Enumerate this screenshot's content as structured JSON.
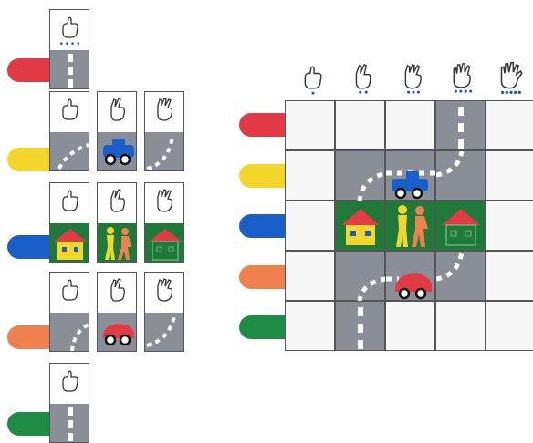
{
  "stick_colors": {
    "red": "#e23b46",
    "yellow": "#f2d72a",
    "blue": "#1a5fc9",
    "orange": "#f08050",
    "green": "#1e8c44"
  },
  "hand_icons": [
    "thumb-hand-icon",
    "two-finger-hand-icon",
    "three-finger-hand-icon",
    "four-finger-hand-icon",
    "five-finger-hand-icon"
  ],
  "left_groups": [
    {
      "name": "red",
      "cards": [
        "road-straight-card"
      ]
    },
    {
      "name": "yellow",
      "cards": [
        "road-curve-card",
        "blue-car-card",
        "road-curve-up-card"
      ]
    },
    {
      "name": "blue",
      "cards": [
        "yellow-house-card",
        "people-card",
        "red-house-card"
      ]
    },
    {
      "name": "orange",
      "cards": [
        "road-curve-card",
        "red-car-card",
        "road-curve-up-card"
      ]
    },
    {
      "name": "green",
      "cards": [
        "road-straight-card"
      ]
    }
  ]
}
